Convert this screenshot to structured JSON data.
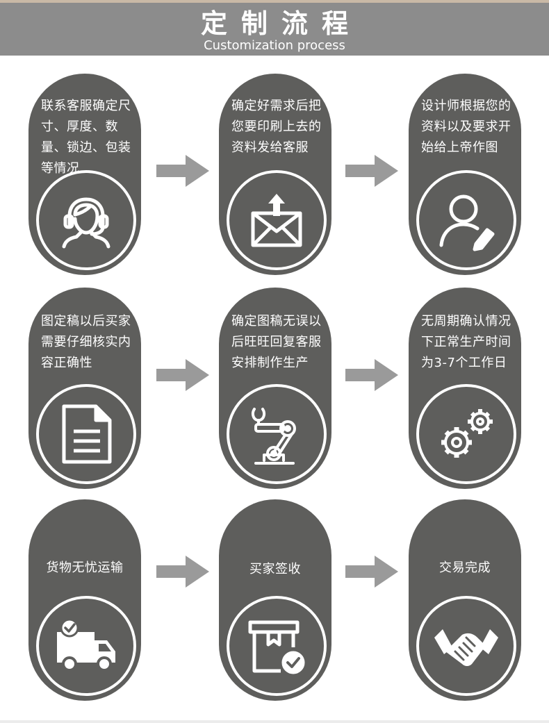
{
  "header": {
    "title": "定制流程",
    "subtitle": "Customization process"
  },
  "steps": [
    {
      "text": "联系客服确定尺寸、厚度、数量、锁边、包装等情况",
      "icon": "customer-service-headset-icon"
    },
    {
      "text": "确定好需求后把您要印刷上去的资料发给客服",
      "icon": "upload-mail-icon"
    },
    {
      "text": "设计师根据您的资料以及要求开始给上帝作图",
      "icon": "designer-user-edit-icon"
    },
    {
      "text": "图定稿以后买家需要仔细核实内容正确性",
      "icon": "document-icon"
    },
    {
      "text": "确定图稿无误以后旺旺回复客服安排制作生产",
      "icon": "robot-arm-icon"
    },
    {
      "text": "无周期确认情况下正常生产时间为3-7个工作日",
      "icon": "gears-icon"
    },
    {
      "text": "货物无忧运输",
      "icon": "delivery-truck-icon"
    },
    {
      "text": "买家签收",
      "icon": "package-check-icon"
    },
    {
      "text": "交易完成",
      "icon": "handshake-icon"
    }
  ],
  "colors": {
    "header_bg": "#8c8c8c",
    "card_bg": "#5e5e5c",
    "arrow": "#9a9a9a",
    "text": "#ffffff"
  }
}
